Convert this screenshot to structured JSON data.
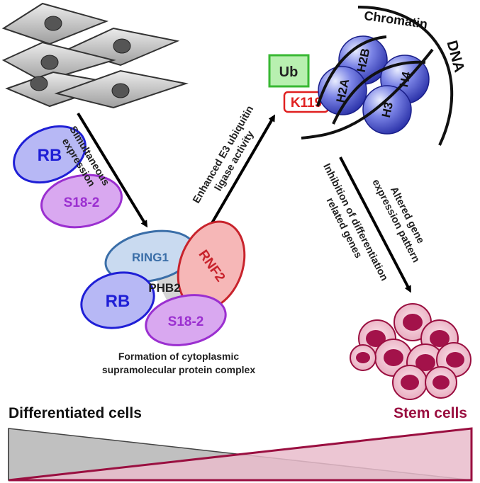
{
  "labels": {
    "chromatin": "Chromatin",
    "dna": "DNA",
    "ub": "Ub",
    "k119": "K119",
    "histones": [
      "H2A",
      "H2B",
      "H3",
      "H4"
    ],
    "rb": "RB",
    "s18_2": "S18-2",
    "ring1": "RING1",
    "rnf2": "RNF2",
    "phb2": "PHB2",
    "simultaneous_1": "Simultaneous",
    "simultaneous_2": "expression",
    "enhanced_1": "Enhanced E3 ubiquitin",
    "enhanced_2": "ligase activity",
    "altered_1": "Altered gene",
    "altered_2": "expression pattern",
    "inhibition_1": "Inhibition of differentiation",
    "inhibition_2": "related genes",
    "complex_1": "Formation of cytoplasmic",
    "complex_2": "supramolecular protein complex",
    "differentiated": "Differentiated cells",
    "stem": "Stem cells"
  },
  "colors": {
    "rb_fill": "#b7b8f5",
    "rb_stroke": "#1f1fd6",
    "rb_text": "#1f1fd6",
    "s18_fill": "#d9a8f0",
    "s18_stroke": "#9b2fd0",
    "s18_text": "#9b2fd0",
    "ring1_fill": "#c9daf0",
    "ring1_stroke": "#3a6ea8",
    "rnf2_fill": "#f6b7b7",
    "rnf2_stroke": "#c8232c",
    "ub_fill": "#b8f0b0",
    "ub_stroke": "#38b833",
    "k119_stroke": "#e02020",
    "stem_color": "#9a0f40",
    "gray_triangle": "#c0c0c0",
    "pink_triangle": "#e9bccb"
  }
}
